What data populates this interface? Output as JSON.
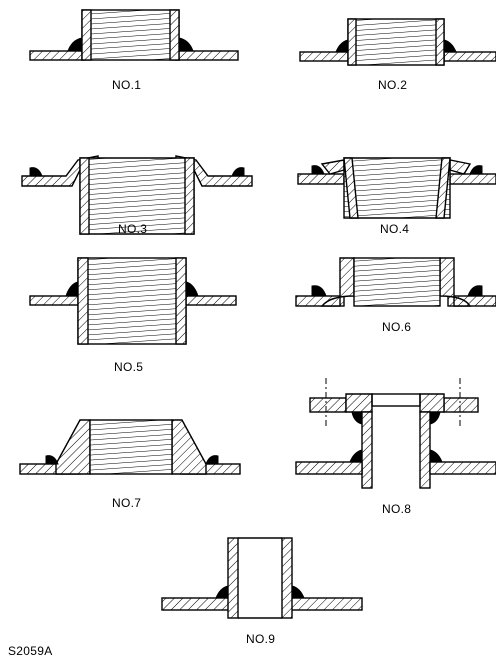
{
  "labels": {
    "no1": "NO.1",
    "no2": "NO.2",
    "no3": "NO.3",
    "no4": "NO.4",
    "no5": "NO.5",
    "no6": "NO.6",
    "no7": "NO.7",
    "no8": "NO.8",
    "no9": "NO.9"
  },
  "figure_code": "S2059A",
  "colors": {
    "line": "#000000",
    "background": "#ffffff"
  }
}
